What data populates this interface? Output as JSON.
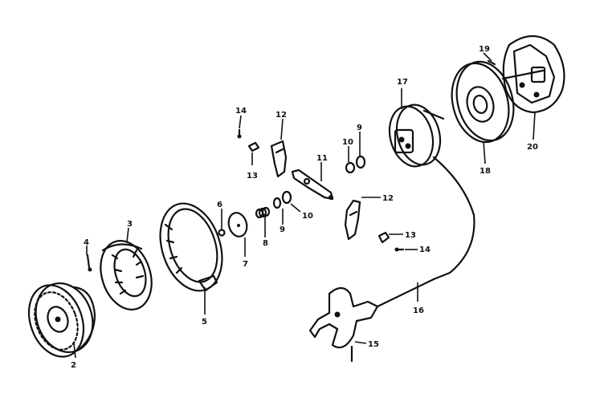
{
  "callouts": {
    "c2": "2",
    "c3": "3",
    "c4": "4",
    "c5": "5",
    "c6": "6",
    "c7": "7",
    "c8": "8",
    "c9a": "9",
    "c9b": "9",
    "c10a": "10",
    "c10b": "10",
    "c11": "11",
    "c12a": "12",
    "c12b": "12",
    "c13a": "13",
    "c13b": "13",
    "c14a": "14",
    "c14b": "14",
    "c15": "15",
    "c16": "16",
    "c17": "17",
    "c18": "18",
    "c19": "19",
    "c20": "20"
  }
}
